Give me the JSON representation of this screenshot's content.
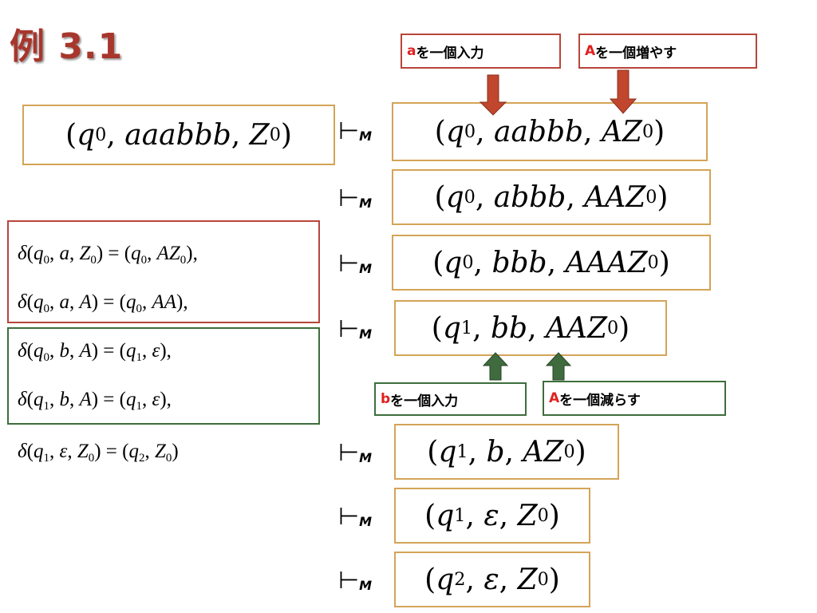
{
  "title": "例 3.1",
  "turnstile": "⊢",
  "turnstile_sub": "M",
  "labels": {
    "push_a_input": {
      "hl": "a",
      "text": "を一個入力"
    },
    "push_A_inc": {
      "hl": "A",
      "text": "を一個増やす"
    },
    "pop_b_input": {
      "hl": "b",
      "text": "を一個入力"
    },
    "pop_A_dec": {
      "hl": "A",
      "text": "を一個減らす"
    }
  },
  "configs": [
    {
      "q": "q",
      "qsub": "0",
      "input": "aaabbb",
      "stack": "Z",
      "ssub": "0",
      "pre": ""
    },
    {
      "q": "q",
      "qsub": "0",
      "input": "aabbb",
      "stack": "AZ",
      "ssub": "0",
      "pre": ""
    },
    {
      "q": "q",
      "qsub": "0",
      "input": "abbb",
      "stack": "AAZ",
      "ssub": "0",
      "pre": ""
    },
    {
      "q": "q",
      "qsub": "0",
      "input": "bbb",
      "stack": "AAAZ",
      "ssub": "0",
      "pre": ""
    },
    {
      "q": "q",
      "qsub": "1",
      "input": "bb",
      "stack": "AAZ",
      "ssub": "0",
      "pre": ""
    },
    {
      "q": "q",
      "qsub": "1",
      "input": "b",
      "stack": "AZ",
      "ssub": "0",
      "pre": ""
    },
    {
      "q": "q",
      "qsub": "1",
      "input": "ε",
      "stack": "Z",
      "ssub": "0",
      "pre": ""
    },
    {
      "q": "q",
      "qsub": "2",
      "input": "ε",
      "stack": "Z",
      "ssub": "0",
      "pre": ""
    }
  ],
  "rules": [
    {
      "sym": "a",
      "top": "Z",
      "topsub": "0",
      "from": "0",
      "to": "0",
      "push": "AZ",
      "pushsub": "0",
      "tail": ","
    },
    {
      "sym": "a",
      "top": "A",
      "topsub": "",
      "from": "0",
      "to": "0",
      "push": "AA",
      "pushsub": "",
      "tail": ","
    },
    {
      "sym": "b",
      "top": "A",
      "topsub": "",
      "from": "0",
      "to": "1",
      "push": "ε",
      "pushsub": "",
      "tail": ","
    },
    {
      "sym": "b",
      "top": "A",
      "topsub": "",
      "from": "1",
      "to": "1",
      "push": "ε",
      "pushsub": "",
      "tail": ","
    },
    {
      "sym": "ε",
      "top": "Z",
      "topsub": "0",
      "from": "1",
      "to": "2",
      "push": "Z",
      "pushsub": "0",
      "tail": ""
    }
  ],
  "colors": {
    "title": "#a8362c",
    "config_border": "#d4a458",
    "red_border": "#b8453a",
    "green_border": "#3d6e3d",
    "down_arrow": "#c0472e",
    "up_arrow": "#3f6b3f",
    "highlight": "#e02020"
  }
}
